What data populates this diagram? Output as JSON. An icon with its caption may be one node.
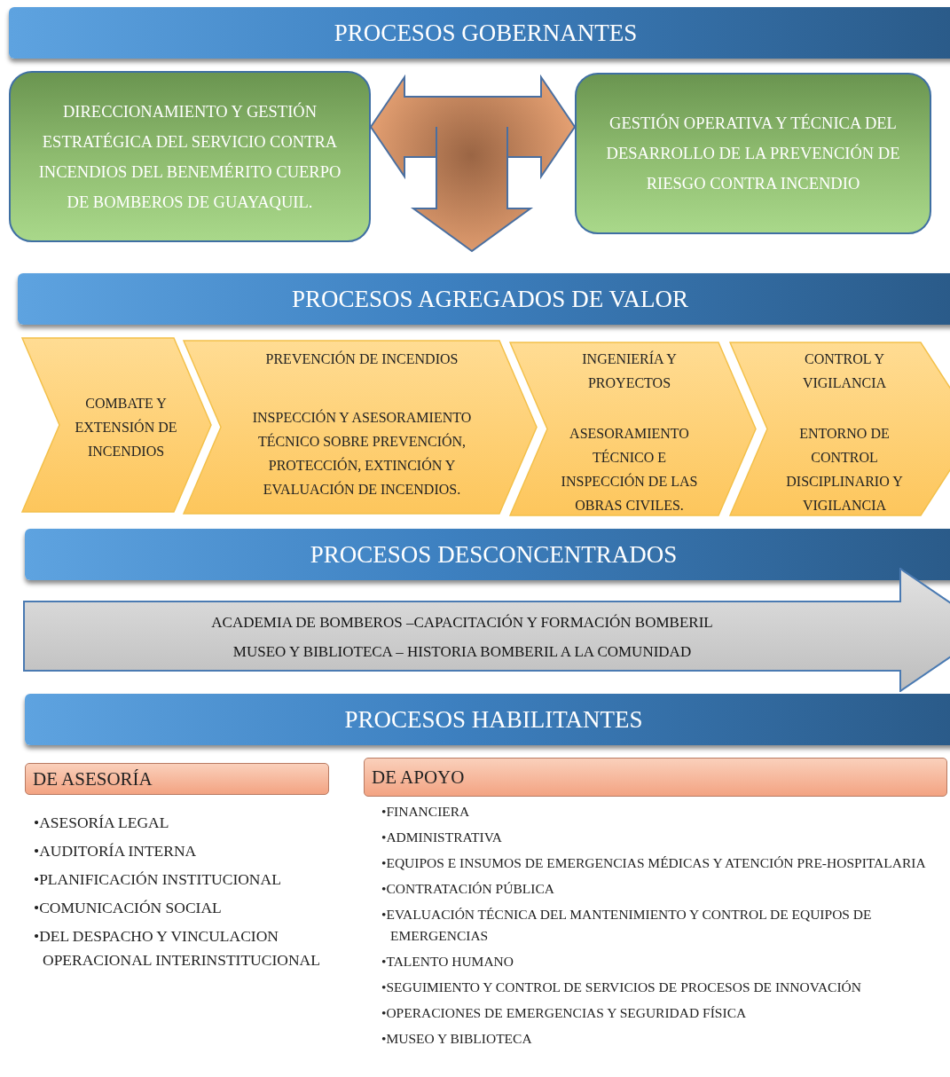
{
  "diagram": {
    "nodes": [
      {
        "text": [
          "PROCESOS GOBERNANTES"
        ]
      },
      {
        "text": [
          "DIRECCIONAMIENTO Y GESTIÓN ESTRATÉGICA DEL SERVICIO CONTRA INCENDIOS DEL BENEMÉRITO CUERPO DE BOMBEROS DE GUAYAQUIL."
        ]
      },
      {
        "text": [
          "GESTIÓN OPERATIVA Y TÉCNICA DEL DESARROLLO DE LA PREVENCIÓN DE RIESGO CONTRA INCENDIO"
        ]
      },
      {
        "text": [
          "PROCESOS AGREGADOS DE VALOR"
        ]
      },
      {
        "text": [
          "COMBATE Y EXTENSIÓN DE INCENDIOS"
        ]
      },
      {
        "text": [
          "PREVENCIÓN DE INCENDIOS",
          "INSPECCIÓN Y ASESORAMIENTO TÉCNICO SOBRE PREVENCIÓN, PROTECCIÓN, EXTINCIÓN Y EVALUACIÓN DE INCENDIOS."
        ]
      },
      {
        "text": [
          "INGENIERÍA Y PROYECTOS",
          "ASESORAMIENTO TÉCNICO E INSPECCIÓN DE LAS OBRAS CIVILES."
        ]
      },
      {
        "text": [
          "CONTROL Y VIGILANCIA",
          "ENTORNO DE CONTROL DISCIPLINARIO Y VIGILANCIA"
        ]
      },
      {
        "text": [
          "PROCESOS DESCONCENTRADOS"
        ]
      },
      {
        "text": [
          "ACADEMIA DE BOMBEROS –CAPACITACIÓN Y FORMACIÓN BOMBERIL",
          "MUSEO Y BIBLIOTECA – HISTORIA BOMBERIL A LA COMUNIDAD"
        ]
      },
      {
        "text": [
          "PROCESOS HABILITANTES"
        ]
      },
      {
        "text": [
          "DE ASESORÍA"
        ]
      },
      {
        "text": [
          "DE APOYO"
        ]
      }
    ],
    "edges": [
      {
        "from": 1,
        "to": 2,
        "arrow": "both"
      },
      {
        "from": null,
        "to": 3,
        "arrow": "to"
      }
    ],
    "labels": [
      "•ASESORÍA LEGAL",
      "•AUDITORÍA INTERNA",
      "•PLANIFICACIÓN INSTITUCIONAL",
      "•COMUNICACIÓN SOCIAL",
      "•DEL DESPACHO Y VINCULACION OPERACIONAL INTERINSTITUCIONAL",
      "•FINANCIERA",
      "•ADMINISTRATIVA",
      "•EQUIPOS E INSUMOS DE EMERGENCIAS MÉDICAS Y ATENCIÓN PRE-HOSPITALARIA",
      "•CONTRATACIÓN PÚBLICA",
      "•EVALUACIÓN TÉCNICA DEL MANTENIMIENTO Y CONTROL DE EQUIPOS DE EMERGENCIAS",
      "•TALENTO HUMANO",
      "•SEGUIMIENTO Y CONTROL DE SERVICIOS DE PROCESOS DE INNOVACIÓN",
      "•OPERACIONES DE EMERGENCIAS Y SEGURIDAD FÍSICA",
      "•MUSEO Y BIBLIOTECA"
    ]
  }
}
